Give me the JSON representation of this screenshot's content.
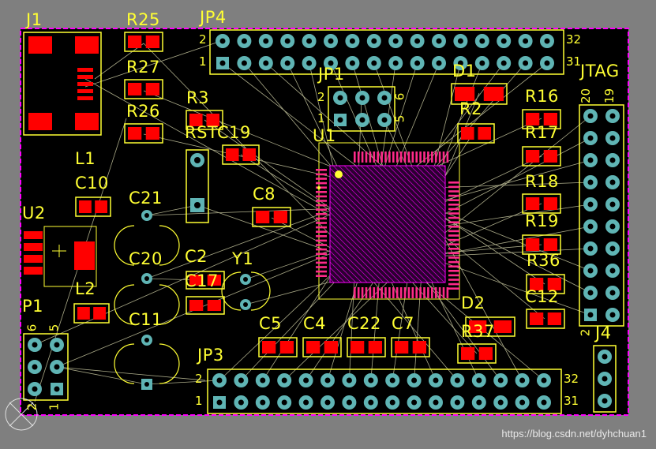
{
  "labels": {
    "J1": "J1",
    "R25": "R25",
    "JP4": "JP4",
    "R27": "R27",
    "R26": "R26",
    "R3": "R3",
    "RST": "RST",
    "C19": "C19",
    "L1": "L1",
    "C10": "C10",
    "C21": "C21",
    "C8": "C8",
    "U2": "U2",
    "C20": "C20",
    "C2": "C2",
    "C17": "C17",
    "Y1": "Y1",
    "L2": "L2",
    "C11": "C11",
    "P1": "P1",
    "C5": "C5",
    "C4": "C4",
    "C22": "C22",
    "C7": "C7",
    "JP3": "JP3",
    "JP1": "JP1",
    "U1": "U1",
    "D1": "D1",
    "R2": "R2",
    "R16": "R16",
    "R17": "R17",
    "R18": "R18",
    "R19": "R19",
    "R36": "R36",
    "C12": "C12",
    "D2": "D2",
    "R37": "R37",
    "JTAG": "JTAG",
    "J4": "J4"
  },
  "pin_numbers": {
    "jp4_top_left": "2",
    "jp4_bottom_left": "1",
    "jp4_top_right": "32",
    "jp4_bottom_right": "31",
    "jp1_top_left": "2",
    "jp1_bottom_left": "1",
    "jp1_right": "6",
    "jp1_right2": "5",
    "jtag_left": "20",
    "jtag_right": "19",
    "jtag_bottom": "2",
    "p1_top_left": "6",
    "p1_top_right": "5",
    "p1_bottom_left": "2",
    "p1_bottom_right": "1",
    "jp3_top_left": "2",
    "jp3_bottom_left": "1",
    "jp3_top_right": "32",
    "jp3_bottom_right": "31"
  },
  "watermark": "https://blog.csdn.net/dyhchuan1",
  "colors": {
    "background": "#7f7f7f",
    "board": "#000000",
    "outline": "#ff00ff",
    "silkscreen": "#ffff33",
    "pad_smd": "#ff0000",
    "pad_th": "#5fb4b4",
    "ratsnest": "#c8c8a0"
  }
}
